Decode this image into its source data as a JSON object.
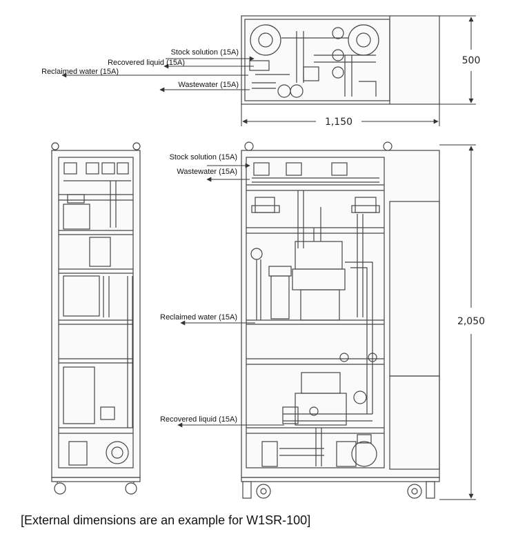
{
  "top_view": {
    "labels": {
      "stock_solution": "Stock solution (15A)",
      "recovered_liquid": "Recovered liquid (15A)",
      "reclaimed_water": "Reclaimed water (15A)",
      "wastewater": "Wastewater (15A)"
    },
    "dim_depth": "500",
    "dim_width": "1,150"
  },
  "front_view": {
    "labels": {
      "stock_solution": "Stock solution (15A)",
      "wastewater": "Wastewater (15A)",
      "reclaimed_water": "Reclaimed water (15A)",
      "recovered_liquid": "Recovered liquid (15A)"
    },
    "dim_height": "2,050"
  },
  "caption": "[External dimensions are an example for W1SR-100]"
}
